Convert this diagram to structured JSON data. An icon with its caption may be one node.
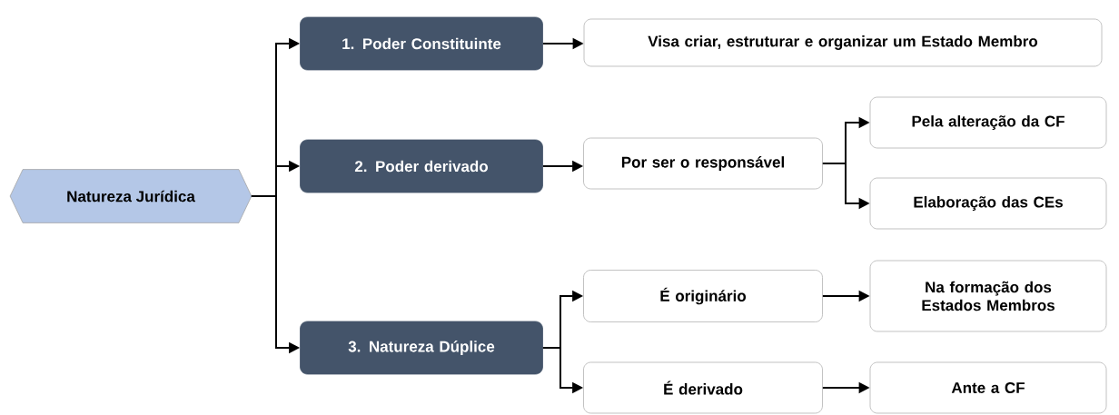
{
  "diagram": {
    "nodes": [
      {
        "text": [
          "Natureza Jurídica"
        ]
      },
      {
        "text": [
          "1. Poder Constituinte"
        ]
      },
      {
        "text": [
          "2. Poder derivado"
        ]
      },
      {
        "text": [
          "3. Natureza Dúplice"
        ]
      },
      {
        "text": [
          "Visa criar, estruturar e organizar um Estado Membro"
        ]
      },
      {
        "text": [
          "Por ser o responsável"
        ]
      },
      {
        "text": [
          "Pela alteração da CF"
        ]
      },
      {
        "text": [
          "Elaboração das CEs"
        ]
      },
      {
        "text": [
          "É originário"
        ]
      },
      {
        "text": [
          "Na formação dos Estados Membros"
        ]
      },
      {
        "text": [
          "É derivado"
        ]
      },
      {
        "text": [
          "Ante a CF"
        ]
      }
    ],
    "edges": [
      {
        "from": 0,
        "to": 1,
        "arrow": "to"
      },
      {
        "from": 0,
        "to": 2,
        "arrow": "to"
      },
      {
        "from": 0,
        "to": 3,
        "arrow": "to"
      },
      {
        "from": 1,
        "to": 4,
        "arrow": "to"
      },
      {
        "from": 2,
        "to": 5,
        "arrow": "to"
      },
      {
        "from": 5,
        "to": 6,
        "arrow": "to"
      },
      {
        "from": 5,
        "to": 7,
        "arrow": "to"
      },
      {
        "from": 3,
        "to": 8,
        "arrow": "to"
      },
      {
        "from": 3,
        "to": 10,
        "arrow": "to"
      },
      {
        "from": 8,
        "to": 9,
        "arrow": "to"
      },
      {
        "from": 10,
        "to": 11,
        "arrow": "to"
      }
    ]
  }
}
